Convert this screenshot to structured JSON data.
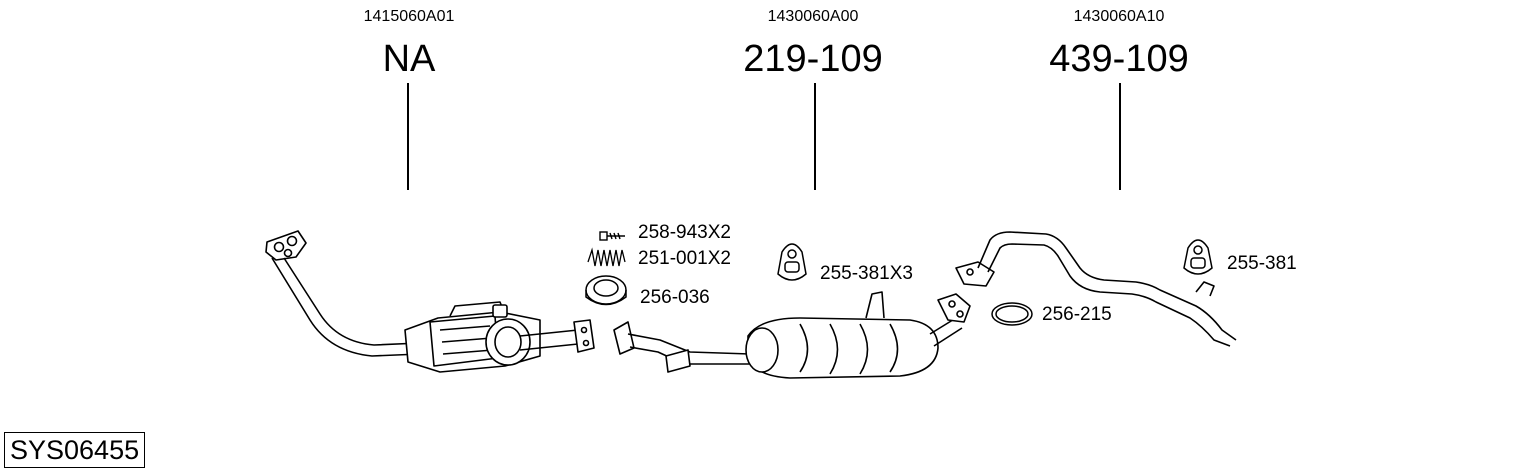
{
  "sections": [
    {
      "oem": "1415060A01",
      "part_no": "NA"
    },
    {
      "oem": "1430060A00",
      "part_no": "219-109"
    },
    {
      "oem": "1430060A10",
      "part_no": "439-109"
    }
  ],
  "callouts": {
    "bolt": "258-943X2",
    "spring": "251-001X2",
    "gasket_ring_left": "256-036",
    "hanger_center": "255-381X3",
    "gasket_ring_right": "256-215",
    "hanger_right": "255-381"
  },
  "system_code": "SYS06455"
}
